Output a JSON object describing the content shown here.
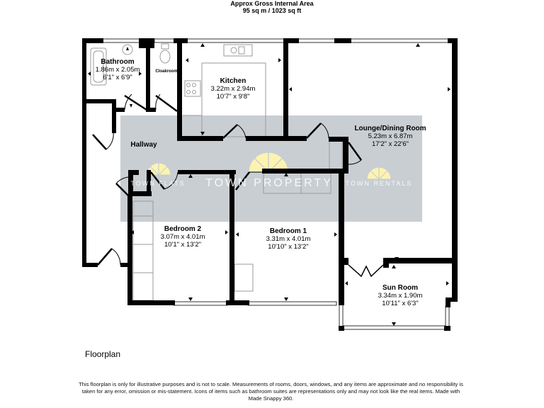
{
  "header": {
    "line1": "Approx Gross Internal Area",
    "line2": "95 sq m / 1023 sq ft"
  },
  "rooms": {
    "bathroom": {
      "name": "Bathroom",
      "metric": "1.86m x 2.05m",
      "imperial": "6'1\" x 6'9\""
    },
    "cloakroom": {
      "name": "Cloakroom"
    },
    "kitchen": {
      "name": "Kitchen",
      "metric": "3.22m x 2.94m",
      "imperial": "10'7\" x 9'8\""
    },
    "lounge": {
      "name": "Lounge/Dining Room",
      "metric": "5.23m x 6.87m",
      "imperial": "17'2\" x 22'6\""
    },
    "hallway": {
      "name": "Hallway"
    },
    "bedroom2": {
      "name": "Bedroom 2",
      "metric": "3.07m x 4.01m",
      "imperial": "10'1\" x 13'2\""
    },
    "bedroom1": {
      "name": "Bedroom 1",
      "metric": "3.31m x 4.01m",
      "imperial": "10'10\" x 13'2\""
    },
    "sunroom": {
      "name": "Sun Room",
      "metric": "3.34m x 1.90m",
      "imperial": "10'11\" x 6'3\""
    }
  },
  "watermark": {
    "left": "TOWN FLATS",
    "center": "TOWN PROPERTY",
    "right": "TOWN RENTALS",
    "band_color": "#c9ced3",
    "logo_color": "#fdf3b0"
  },
  "colors": {
    "wall": "#000000",
    "fixture": "#9a9a9a",
    "background": "#ffffff"
  },
  "footer": {
    "title": "Floorplan",
    "disclaimer": "This floorplan is only for illustrative purposes and is not to scale. Measurements of rooms, doors, windows, and any items are approximate and no responsibility is taken for any error, omission or mis-statement. Icons of items such as bathroom suites are representations only and may not look like the real items. Made with Made Snappy 360."
  }
}
